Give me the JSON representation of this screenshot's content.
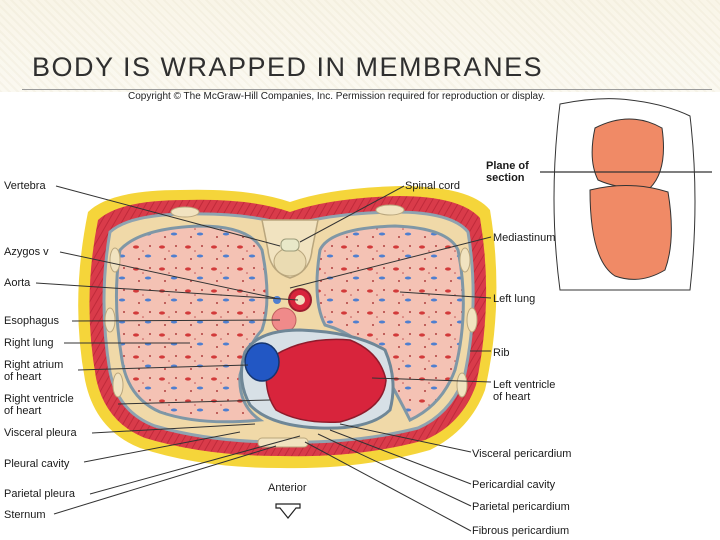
{
  "slide": {
    "title": "BODY IS WRAPPED IN MEMBRANES",
    "copyright": "Copyright © The McGraw-Hill Companies, Inc. Permission required for reproduction or display."
  },
  "labels": {
    "left": [
      {
        "id": "vertebra",
        "text": "Vertebra"
      },
      {
        "id": "azygos",
        "text": "Azygos v"
      },
      {
        "id": "aorta",
        "text": "Aorta"
      },
      {
        "id": "esophagus",
        "text": "Esophagus"
      },
      {
        "id": "right_lung",
        "text": "Right lung"
      },
      {
        "id": "right_atrium_1",
        "text": "Right atrium"
      },
      {
        "id": "right_atrium_2",
        "text": "of heart"
      },
      {
        "id": "right_ventricle_1",
        "text": "Right ventricle"
      },
      {
        "id": "right_ventricle_2",
        "text": "of heart"
      },
      {
        "id": "visceral_pleura",
        "text": "Visceral pleura"
      },
      {
        "id": "pleural_cavity",
        "text": "Pleural cavity"
      },
      {
        "id": "parietal_pleura",
        "text": "Parietal pleura"
      },
      {
        "id": "sternum",
        "text": "Sternum"
      }
    ],
    "right": [
      {
        "id": "plane_1",
        "text": "Plane of"
      },
      {
        "id": "plane_2",
        "text": "section"
      },
      {
        "id": "spinal_cord",
        "text": "Spinal cord"
      },
      {
        "id": "mediastinum",
        "text": "Mediastinum"
      },
      {
        "id": "left_lung",
        "text": "Left lung"
      },
      {
        "id": "rib",
        "text": "Rib"
      },
      {
        "id": "left_ventricle_1",
        "text": "Left ventricle"
      },
      {
        "id": "left_ventricle_2",
        "text": "of heart"
      },
      {
        "id": "visceral_pericardium",
        "text": "Visceral pericardium"
      },
      {
        "id": "pericardial_cavity",
        "text": "Pericardial cavity"
      },
      {
        "id": "parietal_pericardium",
        "text": "Parietal pericardium"
      },
      {
        "id": "fibrous_pericardium",
        "text": "Fibrous pericardium"
      }
    ],
    "anterior": "Anterior"
  },
  "colors": {
    "fat": "#f5d53a",
    "muscle": "#d93b4a",
    "lung": "#f4c2b4",
    "pleura": "#8fa3b0",
    "heart": "#d8243c",
    "atrium": "#2257c4",
    "bone": "#f1e3c0",
    "organ": "#f08a66"
  }
}
